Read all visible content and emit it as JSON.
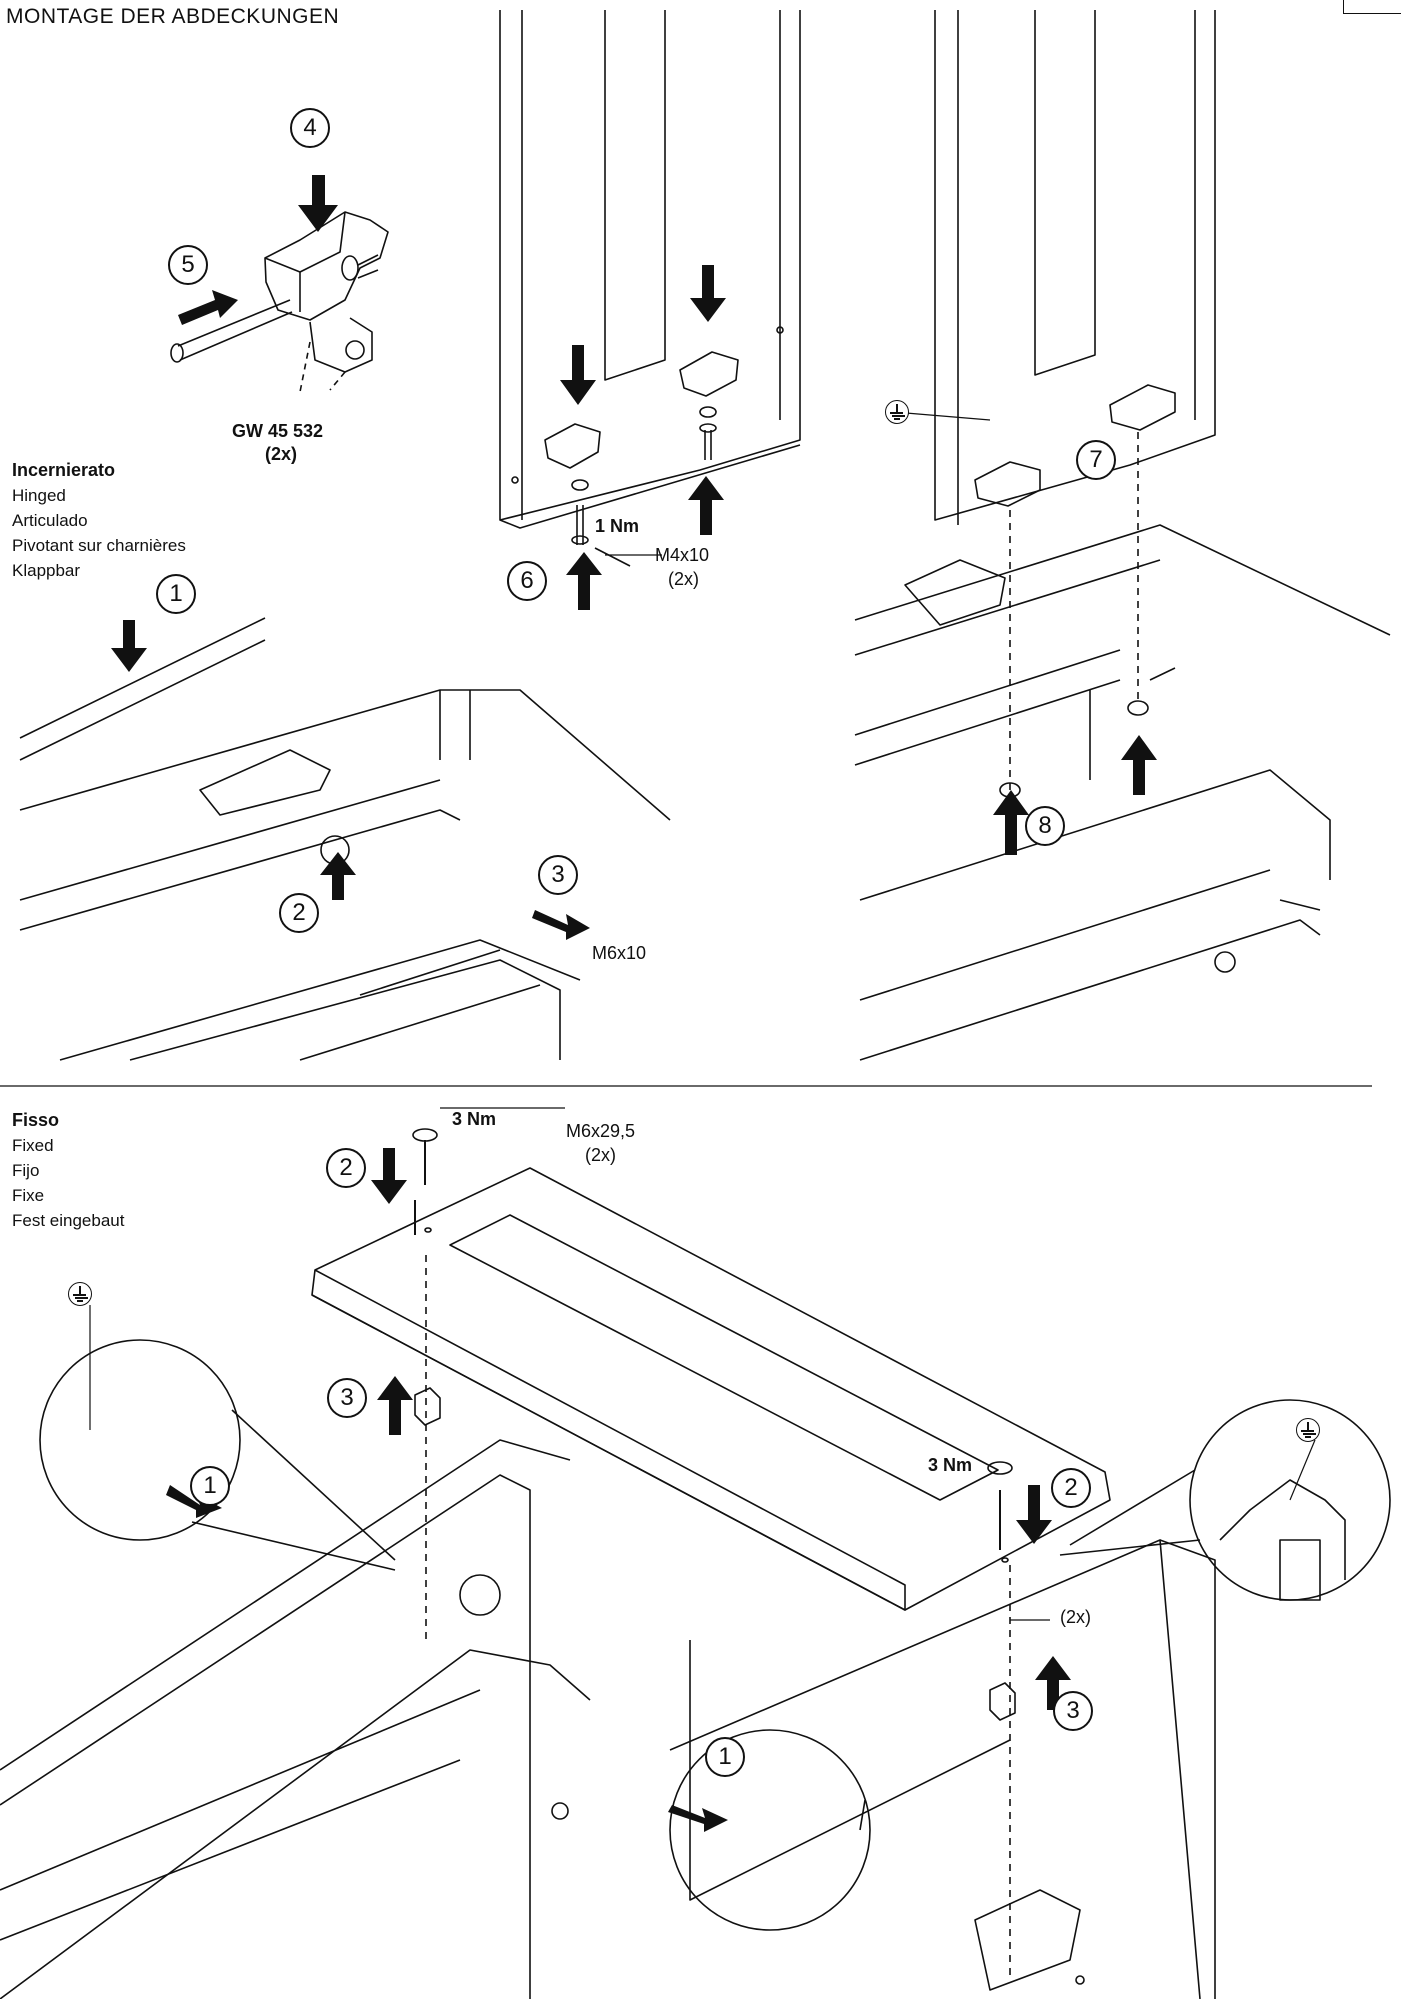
{
  "header": {
    "title": "MONTAGE DER ABDECKUNGEN"
  },
  "part": {
    "code": "GW 45 532",
    "qty": "(2x)"
  },
  "hinged": {
    "labels": [
      "Incernierato",
      "Hinged",
      "Articulado",
      "Pivotant sur charnières",
      "Klappbar"
    ]
  },
  "fixed": {
    "labels": [
      "Fisso",
      "Fixed",
      "Fijo",
      "Fixe",
      "Fest eingebaut"
    ]
  },
  "annotations": {
    "torque_1nm": "1 Nm",
    "screw_m4": "M4x10",
    "screw_m4_qty": "(2x)",
    "screw_m6x10": "M6x10",
    "torque_3nm_a": "3 Nm",
    "screw_m6x29": "M6x29,5",
    "screw_m6x29_qty": "(2x)",
    "torque_3nm_b": "3 Nm",
    "qty_2x": "(2x)"
  },
  "steps": {
    "s1a": "1",
    "s2a": "2",
    "s3a": "3",
    "s4": "4",
    "s5": "5",
    "s6": "6",
    "s7": "7",
    "s8": "8",
    "f2a": "2",
    "f3a": "3",
    "f1a": "1",
    "f2b": "2",
    "f3b": "3",
    "f1b": "1"
  }
}
